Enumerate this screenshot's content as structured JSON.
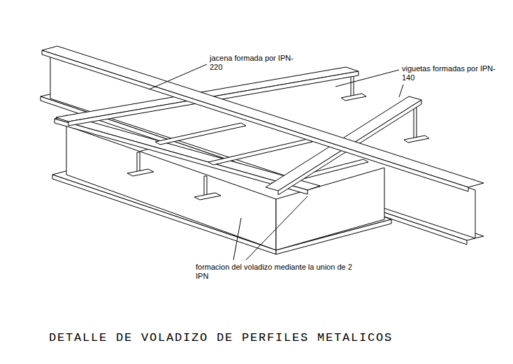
{
  "diagram": {
    "title": "DETALLE DE VOLADIZO DE PERFILES METALICOS",
    "labels": [
      "jacena formada por IPN-220",
      "viguetas formadas por IPN-140",
      "formacion del voladizo mediante la union de 2 IPN"
    ]
  }
}
